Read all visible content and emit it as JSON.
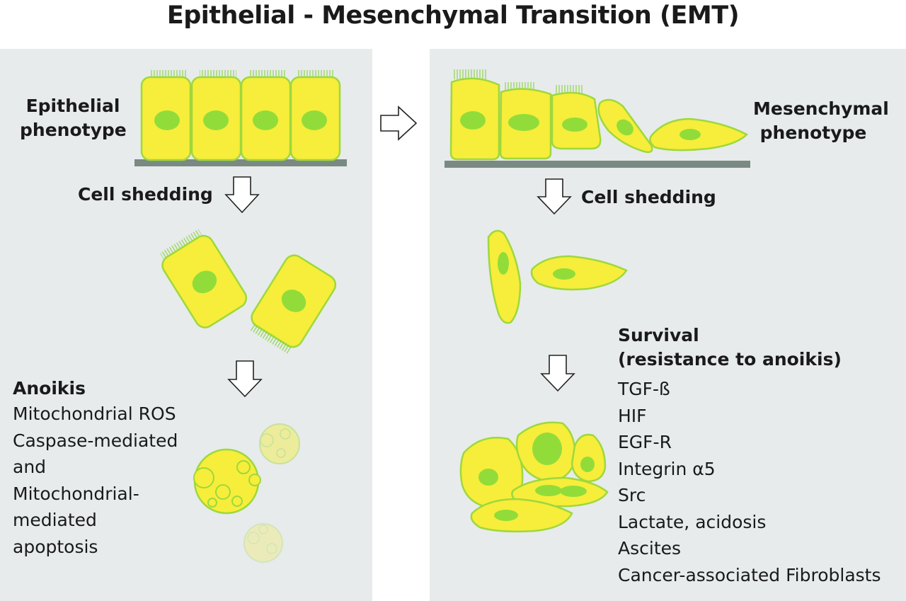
{
  "title": "Epithelial - Mesenchymal Transition (EMT)",
  "left_panel": {
    "phenotype_line1": "Epithelial",
    "phenotype_line2": "phenotype",
    "shedding_label": "Cell shedding",
    "outcome_title": "Anoikis",
    "outcome_lines": [
      "Mitochondrial ROS",
      "Caspase-mediated",
      "and",
      "Mitochondrial-",
      "mediated",
      "apoptosis"
    ]
  },
  "right_panel": {
    "phenotype_line1": "Mesenchymal",
    "phenotype_line2": "phenotype",
    "shedding_label": "Cell shedding",
    "outcome_title_line1": "Survival",
    "outcome_title_line2": "(resistance to anoikis)",
    "outcome_lines": [
      "TGF-ß",
      "HIF",
      "EGF-R",
      "Integrin α5",
      "Src",
      "Lactate, acidosis",
      "Ascites",
      "Cancer-associated Fibroblasts"
    ]
  },
  "colors": {
    "panel_bg": "#e7ebec",
    "cell_fill": "#f6ee3a",
    "cell_stroke": "#9ed83c",
    "nucleus": "#92dc3a",
    "membrane": "#7a8a82"
  }
}
